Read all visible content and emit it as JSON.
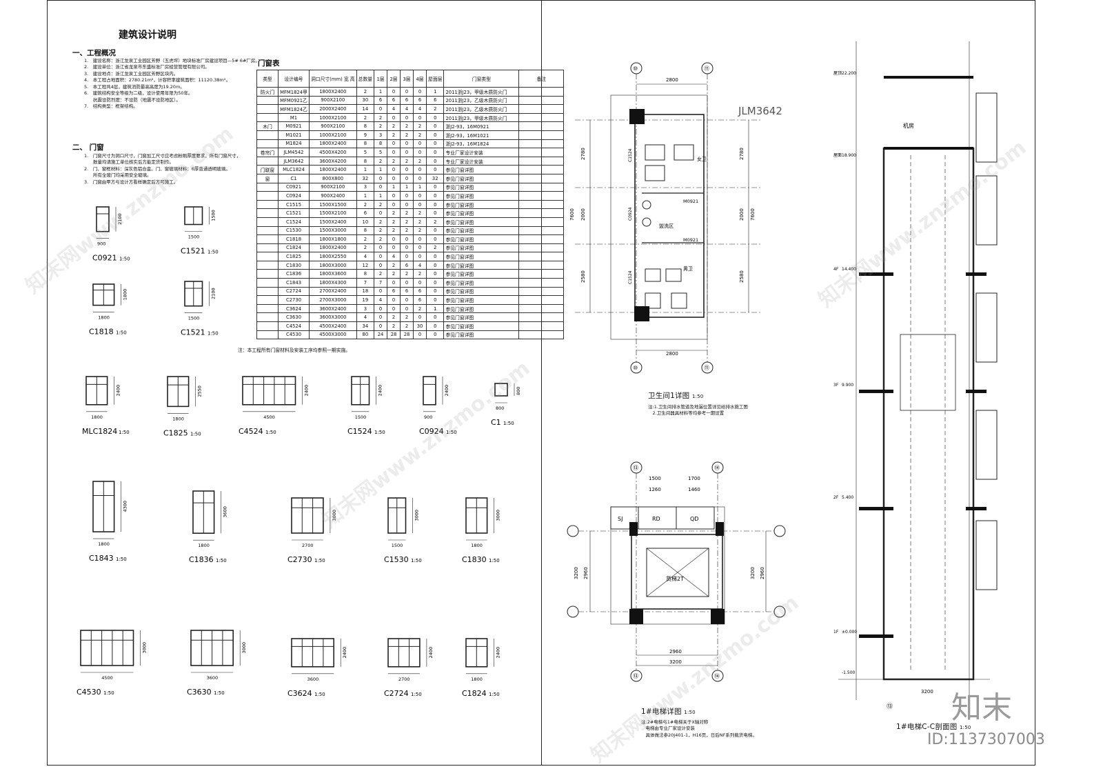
{
  "left": {
    "title": "建筑设计说明",
    "sec1": "一、工程概况",
    "sec1_items": [
      "1.　建设名称：浙江龙泉工业园区芳野（五虎坪）地块标准厂房建设项目—5# 6#厂房。",
      "2.　建设单位：浙江省龙泉市东盛标准厂房经营管理有限公司。",
      "3.　建设地点：浙江龙泉工业园区芳野区块内。",
      "4.　本工程占地面积：2780.21m²，计容积率建筑面积：11120.38m²。",
      "5.　本工程共4层，建筑消防最高高度为19.20m。",
      "6.　建筑结构安全等级为二级，设计使用年限为50年。",
      "　　抗震设防烈度：不设防（地震不设防地区）。",
      "7.　结构类型：框架结构。"
    ],
    "sec2": "二、 门窗",
    "sec2_items": [
      "1.　门窗尺寸为洞口尺寸，门窗加工尺寸应考虑粉刷厚度要求，所有门窗尺寸，",
      "　　数量均请施工单位核实后方能定货制作。",
      "2.　门、窗框材料：深灰色铝合金。门、窗玻璃材料：6厚普通透明玻璃。",
      "　　所有全玻门均采用安全玻璃。",
      "3.　门窗由甲方与设计方看样确定后方可施工。"
    ]
  },
  "door_table": {
    "caption": "门窗表",
    "headers": [
      "类型",
      "设计编号",
      "洞口尺寸(mm) 宽 高",
      "总数量",
      "1层",
      "2层",
      "3层",
      "4层",
      "屋面层",
      "门窗类型",
      "备注"
    ],
    "rows": [
      [
        "防火门",
        "MFM1824甲",
        "1800X2400",
        "2",
        "1",
        "0",
        "0",
        "0",
        "1",
        "2011浙J23，甲级木质防火门",
        ""
      ],
      [
        "",
        "MFM0921乙",
        "900X2100",
        "30",
        "6",
        "6",
        "6",
        "6",
        "6",
        "2011浙J23，乙级木质防火门",
        ""
      ],
      [
        "",
        "MFM1824乙",
        "2000X2400",
        "14",
        "0",
        "4",
        "4",
        "4",
        "2",
        "2011浙J23，乙级木质防火门",
        ""
      ],
      [
        "",
        "M1",
        "1000X2100",
        "2",
        "2",
        "0",
        "0",
        "0",
        "0",
        "2011浙J23，甲级木质防火门",
        ""
      ],
      [
        "木门",
        "M0921",
        "900X2100",
        "8",
        "2",
        "2",
        "2",
        "2",
        "0",
        "浙J2-93，16M0921",
        ""
      ],
      [
        "",
        "M1021",
        "1000X2100",
        "9",
        "3",
        "2",
        "2",
        "2",
        "0",
        "浙J2-93，16M1021",
        ""
      ],
      [
        "",
        "M1824",
        "1800X2400",
        "8",
        "8",
        "0",
        "0",
        "0",
        "0",
        "浙J2-93，16M1824",
        ""
      ],
      [
        "卷帘门",
        "JLM4542",
        "4500X4200",
        "5",
        "5",
        "0",
        "0",
        "0",
        "0",
        "专业厂家设计安装",
        ""
      ],
      [
        "",
        "JLM3642",
        "3600X4200",
        "8",
        "2",
        "2",
        "2",
        "2",
        "0",
        "专业厂家设计安装",
        ""
      ],
      [
        "门联窗",
        "MLC1824",
        "1800X2400",
        "1",
        "1",
        "0",
        "0",
        "0",
        "0",
        "参见门窗详图",
        ""
      ],
      [
        "窗",
        "C1",
        "800X800",
        "32",
        "0",
        "0",
        "0",
        "0",
        "32",
        "参见门窗详图",
        ""
      ],
      [
        "",
        "C0921",
        "900X2100",
        "3",
        "0",
        "1",
        "1",
        "1",
        "0",
        "参见门窗详图",
        ""
      ],
      [
        "",
        "C0924",
        "900X2400",
        "1",
        "1",
        "0",
        "0",
        "0",
        "0",
        "参见门窗详图",
        ""
      ],
      [
        "",
        "C1515",
        "1500X1500",
        "2",
        "2",
        "0",
        "0",
        "0",
        "0",
        "参见门窗详图",
        ""
      ],
      [
        "",
        "C1521",
        "1500X2100",
        "6",
        "0",
        "2",
        "2",
        "2",
        "0",
        "参见门窗详图",
        ""
      ],
      [
        "",
        "C1524",
        "1500X2400",
        "10",
        "2",
        "2",
        "2",
        "2",
        "2",
        "参见门窗详图",
        ""
      ],
      [
        "",
        "C1530",
        "1500X3000",
        "8",
        "2",
        "2",
        "2",
        "2",
        "0",
        "参见门窗详图",
        ""
      ],
      [
        "",
        "C1818",
        "1800X1800",
        "2",
        "2",
        "0",
        "0",
        "0",
        "0",
        "参见门窗详图",
        ""
      ],
      [
        "",
        "C1824",
        "1800X2400",
        "2",
        "0",
        "0",
        "0",
        "0",
        "2",
        "参见门窗详图",
        ""
      ],
      [
        "",
        "C1825",
        "1800X2550",
        "4",
        "0",
        "4",
        "0",
        "0",
        "0",
        "参见门窗详图",
        ""
      ],
      [
        "",
        "C1830",
        "1800X3000",
        "12",
        "0",
        "2",
        "6",
        "4",
        "0",
        "参见门窗详图",
        ""
      ],
      [
        "",
        "C1836",
        "1800X3600",
        "8",
        "2",
        "2",
        "2",
        "2",
        "0",
        "参见门窗详图",
        ""
      ],
      [
        "",
        "C1843",
        "1800X4300",
        "7",
        "7",
        "0",
        "0",
        "0",
        "0",
        "参见门窗详图",
        ""
      ],
      [
        "",
        "C2724",
        "2700X2400",
        "18",
        "0",
        "6",
        "6",
        "6",
        "0",
        "参见门窗详图",
        ""
      ],
      [
        "",
        "C2730",
        "2700X3000",
        "19",
        "4",
        "0",
        "0",
        "6",
        "0",
        "参见门窗详图",
        ""
      ],
      [
        "",
        "C3624",
        "3600X2400",
        "3",
        "0",
        "0",
        "0",
        "2",
        "1",
        "参见门窗详图",
        ""
      ],
      [
        "",
        "C3630",
        "3600X3000",
        "4",
        "0",
        "2",
        "2",
        "0",
        "0",
        "参见门窗详图",
        ""
      ],
      [
        "",
        "C4524",
        "4500X2400",
        "34",
        "0",
        "2",
        "2",
        "30",
        "0",
        "参见门窗详图",
        ""
      ],
      [
        "",
        "C4530",
        "4500X3000",
        "80",
        "24",
        "28",
        "28",
        "0",
        "0",
        "参见门窗详图",
        ""
      ]
    ],
    "footnote": "注：本工程所有门窗材料及安装工序均参照一期实施。"
  },
  "windows": [
    {
      "name": "C0921",
      "scale": "1:50",
      "w": "900",
      "h": "2100"
    },
    {
      "name": "C1521",
      "scale": "1:50",
      "w": "1500",
      "h": "1500"
    },
    {
      "name": "C1818",
      "scale": "1:50",
      "w": "1800",
      "h": "1800"
    },
    {
      "name": "C1521",
      "scale": "1:50",
      "w": "1500",
      "h": "2100"
    },
    {
      "name": "MLC1824",
      "scale": "1:50",
      "w": "1800",
      "h": "2400"
    },
    {
      "name": "C1825",
      "scale": "1:50",
      "w": "1800",
      "h": "2550"
    },
    {
      "name": "C4524",
      "scale": "1:50",
      "w": "4500",
      "h": "2400"
    },
    {
      "name": "C1524",
      "scale": "1:50",
      "w": "1500",
      "h": "2400"
    },
    {
      "name": "C0924",
      "scale": "1:50",
      "w": "900",
      "h": "2400"
    },
    {
      "name": "C1",
      "scale": "1:50",
      "w": "800",
      "h": "800"
    },
    {
      "name": "C1843",
      "scale": "1:50",
      "w": "1800",
      "h": "4300"
    },
    {
      "name": "C1836",
      "scale": "1:50",
      "w": "1800",
      "h": "3600"
    },
    {
      "name": "C2730",
      "scale": "1:50",
      "w": "2700",
      "h": "3000"
    },
    {
      "name": "C1530",
      "scale": "1:50",
      "w": "1500",
      "h": "3000"
    },
    {
      "name": "C1830",
      "scale": "1:50",
      "w": "1800",
      "h": "3000"
    },
    {
      "name": "C4530",
      "scale": "1:50",
      "w": "4500",
      "h": "3000"
    },
    {
      "name": "C3630",
      "scale": "1:50",
      "w": "3600",
      "h": "3000"
    },
    {
      "name": "C3624",
      "scale": "1:50",
      "w": "3600",
      "h": "2400"
    },
    {
      "name": "C2724",
      "scale": "1:50",
      "w": "2700",
      "h": "2400"
    },
    {
      "name": "C1824",
      "scale": "1:50",
      "w": "1800",
      "h": "2400"
    }
  ],
  "toilet": {
    "title": "卫生间1详图",
    "scale": "1:50",
    "tag": "JLM3642",
    "axis_top": [
      "⑩",
      "⑪"
    ],
    "dim_top": "2800",
    "dims_side": [
      "2780",
      "2000",
      "2580"
    ],
    "dim_total": "7600",
    "labels": [
      "女卫",
      "男卫",
      "盥洗区",
      "M0921",
      "M0921",
      "C1524",
      "C0924",
      "C1524"
    ],
    "notes": [
      "注:1.卫生间排水管道及地漏位置详见给排水施工图",
      "2.卫生间器具材料等均参考一期设置"
    ]
  },
  "elevator": {
    "title": "1#电梯详图",
    "scale": "1:50",
    "axis_top": [
      "⑬",
      "⑭"
    ],
    "dims_top": [
      "1500",
      "1700"
    ],
    "dims_top2": [
      "1260",
      "1460"
    ],
    "rooms": [
      "SJ",
      "RD",
      "QD"
    ],
    "label_car": "货梯2T",
    "dim_bottom": [
      "2960",
      "3200"
    ],
    "dim_side": [
      "2960",
      "3200"
    ],
    "notes": [
      "注:2#电梯与1#电梯关于X轴对称",
      "电梯由专业厂家设计安装",
      "具体做法参20J401-1，H16页，日后NF系列载货电梯。"
    ]
  },
  "section": {
    "title": "1#电梯C-C剖面图",
    "scale": "1:50",
    "levels": [
      "22.200",
      "18.900",
      "14.400",
      "9.900",
      "5.400",
      "±0.000",
      "-1.500"
    ],
    "level_names": [
      "屋顶",
      "屋面",
      "4F",
      "3F",
      "2F",
      "1F",
      ""
    ],
    "label_machine": "机房",
    "dim_bottom": "3200",
    "axis": "⑬"
  },
  "watermark": {
    "text": "知末网www.znzmo.com",
    "brand": "知末",
    "id": "ID:1137307003"
  }
}
